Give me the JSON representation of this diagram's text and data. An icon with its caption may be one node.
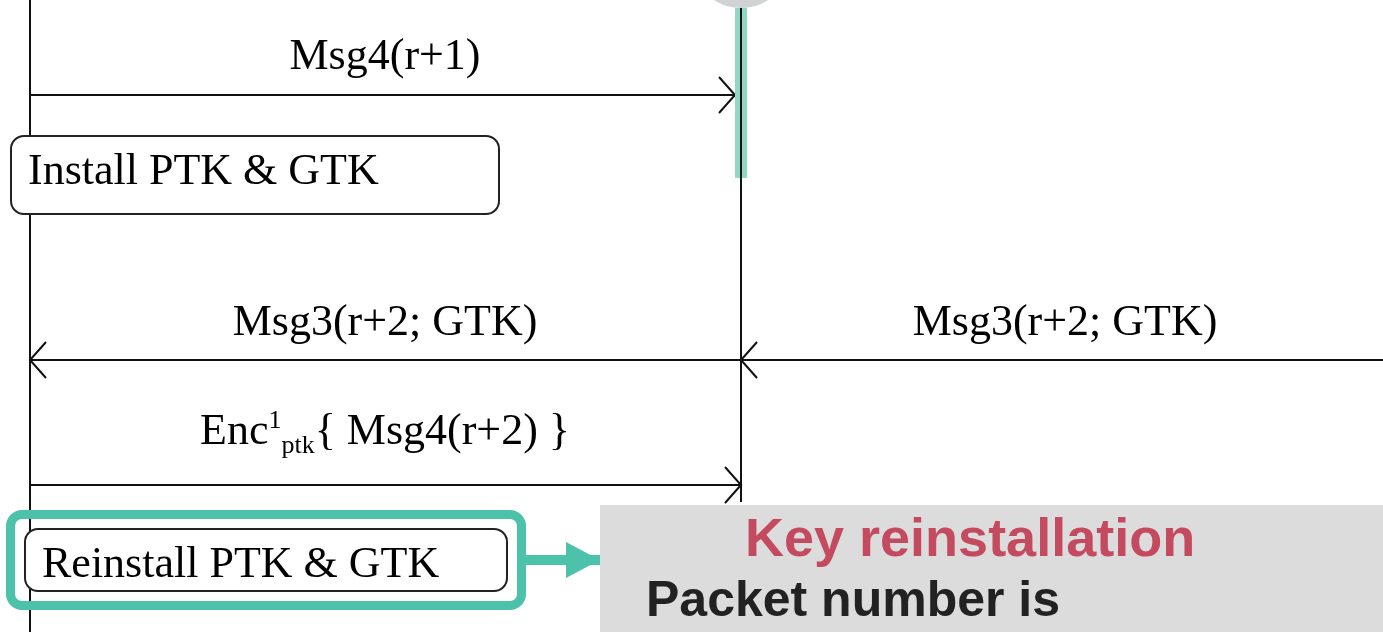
{
  "diagram": {
    "nodes": [
      {
        "text": [],
        "shape": "circle"
      },
      {
        "text": [],
        "shape": "bar"
      },
      {
        "text": [],
        "shape": "bar"
      },
      {
        "text": [],
        "shape": "bar"
      },
      {
        "text": [
          "Install PTK & GTK"
        ]
      },
      {
        "text": [],
        "shape": "box"
      },
      {
        "text": [
          "Reinstall PTK & GTK"
        ],
        "in": 5
      },
      {
        "text": [
          "Key reinstallation",
          "Packet number is"
        ]
      }
    ],
    "edges": [
      {
        "from": 1,
        "to": 3,
        "arrow": "to",
        "label": "Msg4(r+1)"
      },
      {
        "from": 2,
        "to": 1,
        "arrow": "to",
        "label": "Msg3(r+2; GTK)"
      },
      {
        "from": null,
        "to": 2,
        "arrow": "to",
        "label": "Msg3(r+2; GTK)"
      },
      {
        "from": 1,
        "to": 2,
        "arrow": "to",
        "label": "Enc$^{1}$$_{ptk}${ Msg4(r+2) }"
      },
      {
        "from": 5,
        "to": 7,
        "arrow": "to",
        "style": "thick",
        "color": "#4cc2aa"
      }
    ]
  }
}
